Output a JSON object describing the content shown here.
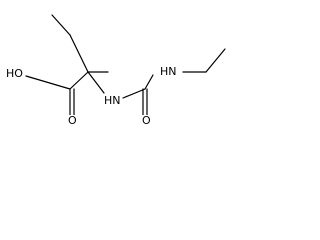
{
  "structure": {
    "labels": {
      "hydroxyl": "HO",
      "carbonyl_oxygen_left": "O",
      "amide_nh_left": "HN",
      "amide_nh_right": "HN",
      "carbonyl_oxygen_right": "O"
    },
    "colors": {
      "bond": "#000000",
      "text": "#000000",
      "background": "#ffffff"
    }
  }
}
